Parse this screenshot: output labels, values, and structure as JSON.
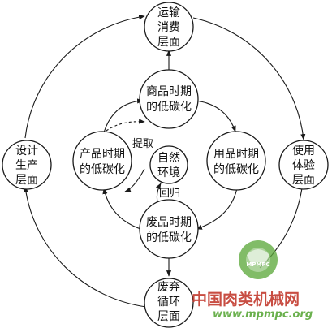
{
  "nodes": {
    "top": [
      "运输",
      "消费",
      "层面"
    ],
    "left": [
      "设计",
      "生产",
      "层面"
    ],
    "right": [
      "使用",
      "体验",
      "层面"
    ],
    "bottom": [
      "废弃",
      "循环",
      "层面"
    ],
    "commodity": [
      "商品时期",
      "的低碳化"
    ],
    "product": [
      "产品时期",
      "的低碳化"
    ],
    "usage": [
      "用品时期",
      "的低碳化"
    ],
    "waste": [
      "废品时期",
      "的低碳化"
    ],
    "nature": [
      "自然",
      "环境"
    ]
  },
  "edges": {
    "extract": "提取",
    "return": "回归"
  },
  "watermark": {
    "site_name": "中国肉类机械网",
    "url": "www.mpmpc.org",
    "logo_text": "MPMPC",
    "colors": {
      "green": "#5aa83a",
      "site_text": "#c33a2e"
    }
  }
}
